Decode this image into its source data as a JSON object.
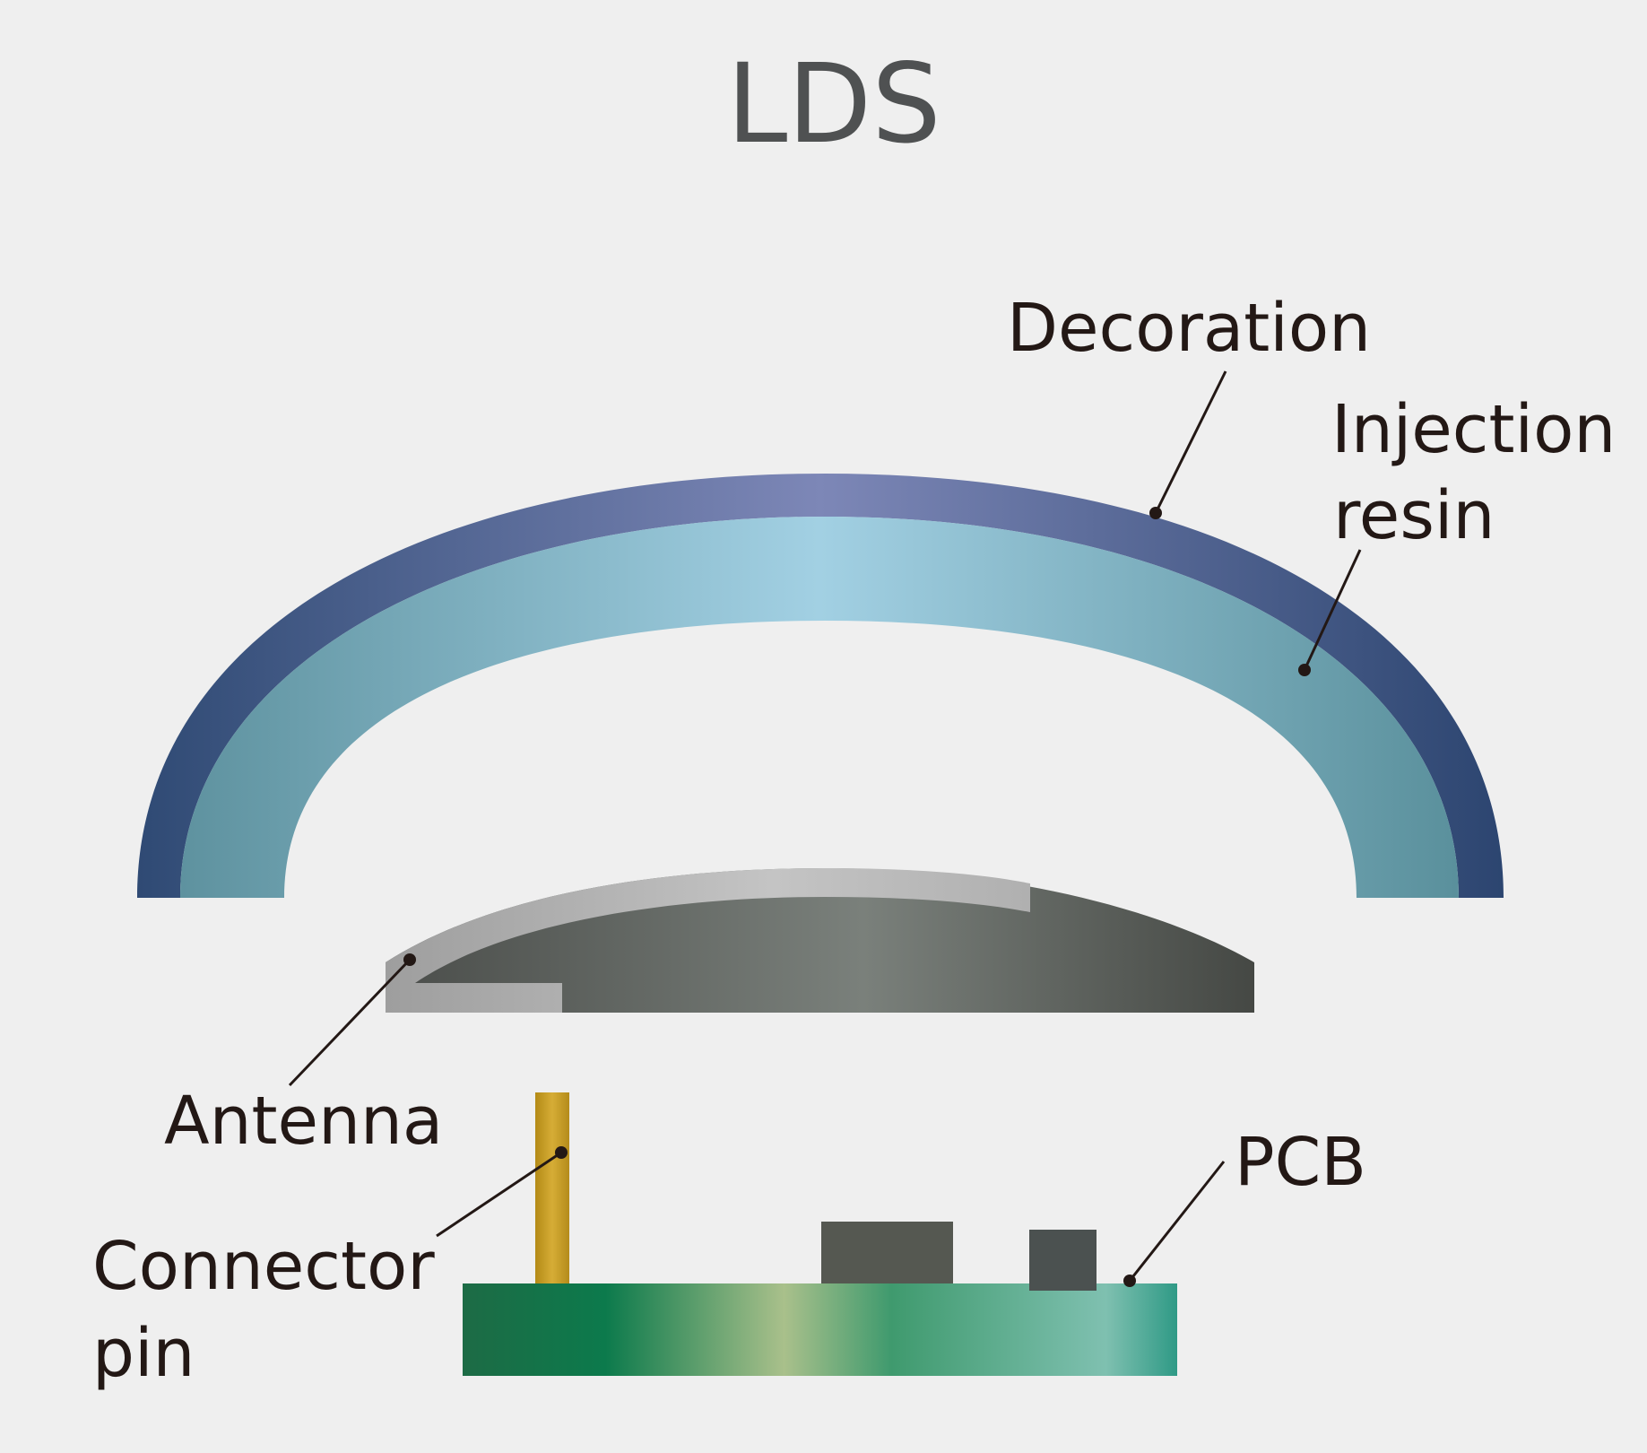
{
  "title": "LDS",
  "labels": {
    "decoration": "Decoration",
    "injection_resin_line1": "Injection",
    "injection_resin_line2": "resin",
    "antenna": "Antenna",
    "pcb": "PCB",
    "connector_pin_line1": "Connector",
    "connector_pin_line2": "pin"
  },
  "colors": {
    "background": "#efefef",
    "decoration": "#3a5585",
    "injection_resin": "#8fc0d4",
    "antenna": "#b8b8b8",
    "housing": "#5a5e5a",
    "pcb": "#2f9a75",
    "connector_pin": "#c9a22a",
    "component": "#4f534f",
    "text": "#231815",
    "title": "#4f5152"
  }
}
